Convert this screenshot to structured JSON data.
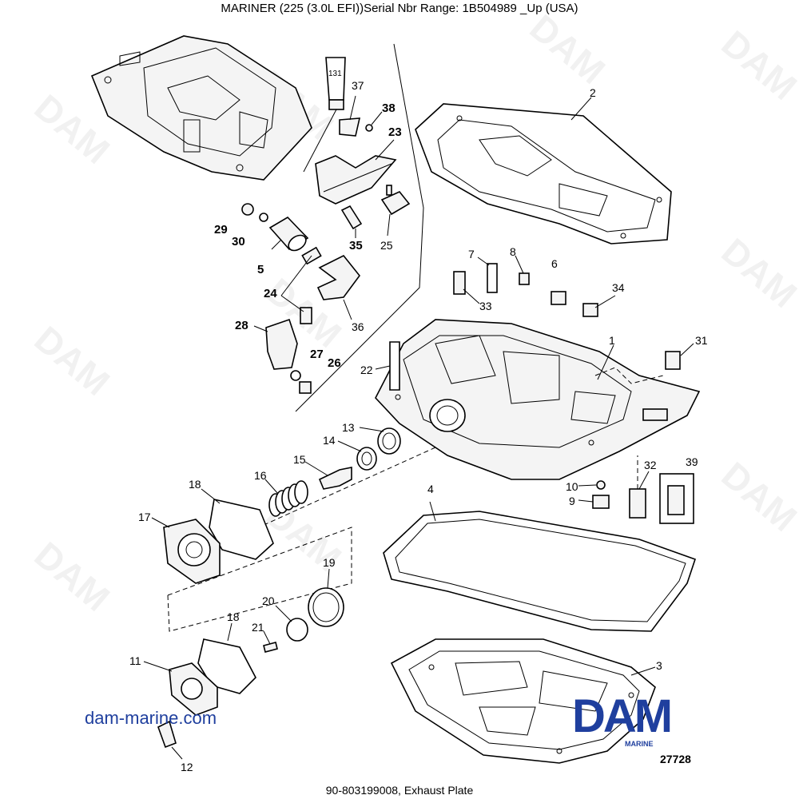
{
  "title": "MARINER (225 (3.0L EFI))Serial Nbr Range: 1B504989 _Up (USA)",
  "footer": "90-803199008, Exhaust Plate",
  "website": "dam-marine.com",
  "brand": {
    "logo_text": "DAM",
    "sub_text": "MARINE",
    "color": "#1f3f9e"
  },
  "figure_number": "27728",
  "watermark_text": "DAM",
  "callouts": [
    {
      "id": "131",
      "text": "131"
    },
    {
      "id": "37",
      "text": "37"
    },
    {
      "id": "38",
      "text": "38"
    },
    {
      "id": "23",
      "text": "23"
    },
    {
      "id": "2",
      "text": "2"
    },
    {
      "id": "29",
      "text": "29"
    },
    {
      "id": "30",
      "text": "30"
    },
    {
      "id": "35",
      "text": "35"
    },
    {
      "id": "25",
      "text": "25"
    },
    {
      "id": "5",
      "text": "5"
    },
    {
      "id": "7",
      "text": "7"
    },
    {
      "id": "8",
      "text": "8"
    },
    {
      "id": "6",
      "text": "6"
    },
    {
      "id": "34",
      "text": "34"
    },
    {
      "id": "33",
      "text": "33"
    },
    {
      "id": "24",
      "text": "24"
    },
    {
      "id": "36",
      "text": "36"
    },
    {
      "id": "28",
      "text": "28"
    },
    {
      "id": "27",
      "text": "27"
    },
    {
      "id": "26",
      "text": "26"
    },
    {
      "id": "22",
      "text": "22"
    },
    {
      "id": "1",
      "text": "1"
    },
    {
      "id": "31",
      "text": "31"
    },
    {
      "id": "13",
      "text": "13"
    },
    {
      "id": "14",
      "text": "14"
    },
    {
      "id": "15",
      "text": "15"
    },
    {
      "id": "16",
      "text": "16"
    },
    {
      "id": "18a",
      "text": "18"
    },
    {
      "id": "17",
      "text": "17"
    },
    {
      "id": "4",
      "text": "4"
    },
    {
      "id": "10",
      "text": "10"
    },
    {
      "id": "9",
      "text": "9"
    },
    {
      "id": "32",
      "text": "32"
    },
    {
      "id": "39",
      "text": "39"
    },
    {
      "id": "19",
      "text": "19"
    },
    {
      "id": "20",
      "text": "20"
    },
    {
      "id": "18b",
      "text": "18"
    },
    {
      "id": "21",
      "text": "21"
    },
    {
      "id": "11",
      "text": "11"
    },
    {
      "id": "3",
      "text": "3"
    },
    {
      "id": "12",
      "text": "12"
    }
  ]
}
